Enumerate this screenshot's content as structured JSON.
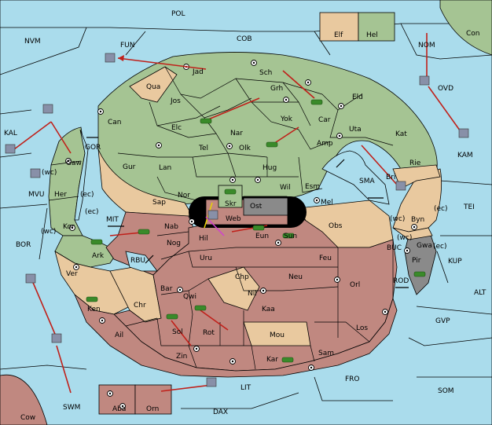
{
  "provinces": {
    "sea": [
      "POL",
      "NVM",
      "FUN",
      "COB",
      "NOM",
      "Con",
      "OVD",
      "KAL",
      "KAM",
      "GOR",
      "MVU",
      "MIT",
      "BOR",
      "RBU",
      "SMA",
      "TEI",
      "BUC",
      "KUP",
      "ROD",
      "ALT",
      "GVP",
      "FRO",
      "SOM",
      "LIT",
      "DAX",
      "SWM",
      "Cow"
    ],
    "land": [
      "Elf",
      "Hel",
      "Jad",
      "Qua",
      "Sch",
      "Jos",
      "Grh",
      "Eld",
      "Can",
      "Elc",
      "Yok",
      "Car",
      "Nar",
      "Gaw",
      "Uta",
      "Kat",
      "Tel",
      "Olk",
      "Amp",
      "Gur",
      "Lan",
      "Hug",
      "Rie",
      "Her",
      "Esm",
      "Wil",
      "Bri",
      "Nor",
      "Skr",
      "Sap",
      "Ost",
      "Mel",
      "Kor",
      "Web",
      "Byn",
      "Nab",
      "Eun",
      "Hil",
      "Sun",
      "Obs",
      "Ark",
      "Nog",
      "Gwa",
      "Uru",
      "Feu",
      "Pir",
      "Ver",
      "Chp",
      "Neu",
      "Bar",
      "Qwi",
      "Nil",
      "Orl",
      "Ken",
      "Chr",
      "Kaa",
      "Ail",
      "Sol",
      "Rot",
      "Mou",
      "Los",
      "Zin",
      "Sam",
      "Kar",
      "Aba",
      "Orn"
    ],
    "coast_tags": [
      "(wc)",
      "(ec)",
      "(wc)",
      "(ec)",
      "(ec)",
      "(wc)",
      "(wc)",
      "(ec)"
    ]
  },
  "colors": {
    "sea": "#aadcec",
    "green": "#a5c493",
    "tan": "#e9c99f",
    "red": "#c08880",
    "gray": "#8a8a8a",
    "arrow": "#c0201a"
  }
}
